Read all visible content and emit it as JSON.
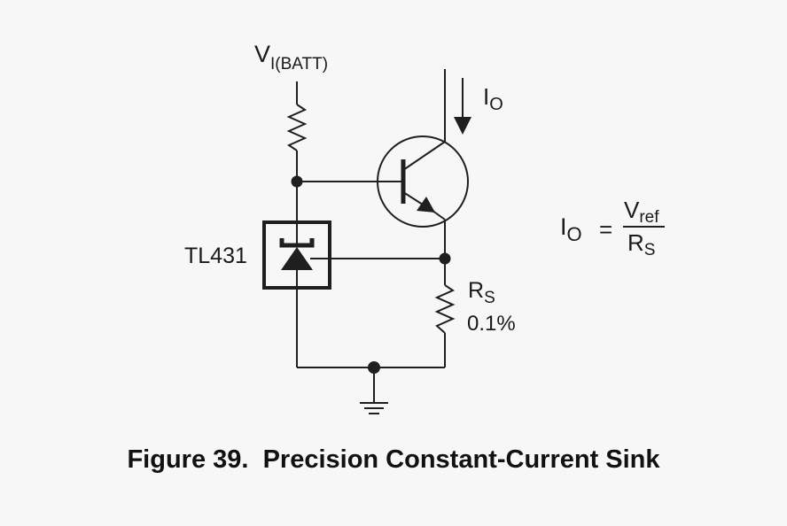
{
  "labels": {
    "supply_main": "V",
    "supply_sub": "I(BATT)",
    "output_current_main": "I",
    "output_current_sub": "O",
    "regulator": "TL431",
    "sense_resistor_main": "R",
    "sense_resistor_sub": "S",
    "sense_resistor_tolerance": "0.1%"
  },
  "equation": {
    "lhs_main": "I",
    "lhs_sub": "O",
    "equals": "=",
    "numerator_main": "V",
    "numerator_sub": "ref",
    "denominator_main": "R",
    "denominator_sub": "S"
  },
  "caption": "Figure 39.  Precision Constant-Current Sink",
  "colors": {
    "background": "#f7f7f7",
    "ink": "#1f1f1f"
  }
}
